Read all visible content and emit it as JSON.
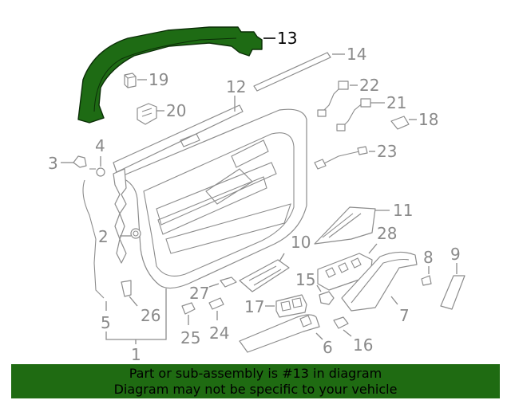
{
  "callouts": {
    "c1": "1",
    "c2": "2",
    "c3": "3",
    "c4": "4",
    "c5": "5",
    "c6": "6",
    "c7": "7",
    "c8": "8",
    "c9": "9",
    "c10": "10",
    "c11": "11",
    "c12": "12",
    "c13": "13",
    "c14": "14",
    "c15": "15",
    "c16": "16",
    "c17": "17",
    "c18": "18",
    "c19": "19",
    "c20": "20",
    "c21": "21",
    "c22": "22",
    "c23": "23",
    "c24": "24",
    "c25": "25",
    "c26": "26",
    "c27": "27",
    "c28": "28"
  },
  "highlighted_part": "13",
  "colors": {
    "highlight": "#1e6b14",
    "banner": "#1f6b12",
    "lines": "#8c8c8c"
  },
  "footer": {
    "line1": "Part or sub-assembly is #13 in diagram",
    "line2": "Diagram may not be specific to your vehicle"
  }
}
